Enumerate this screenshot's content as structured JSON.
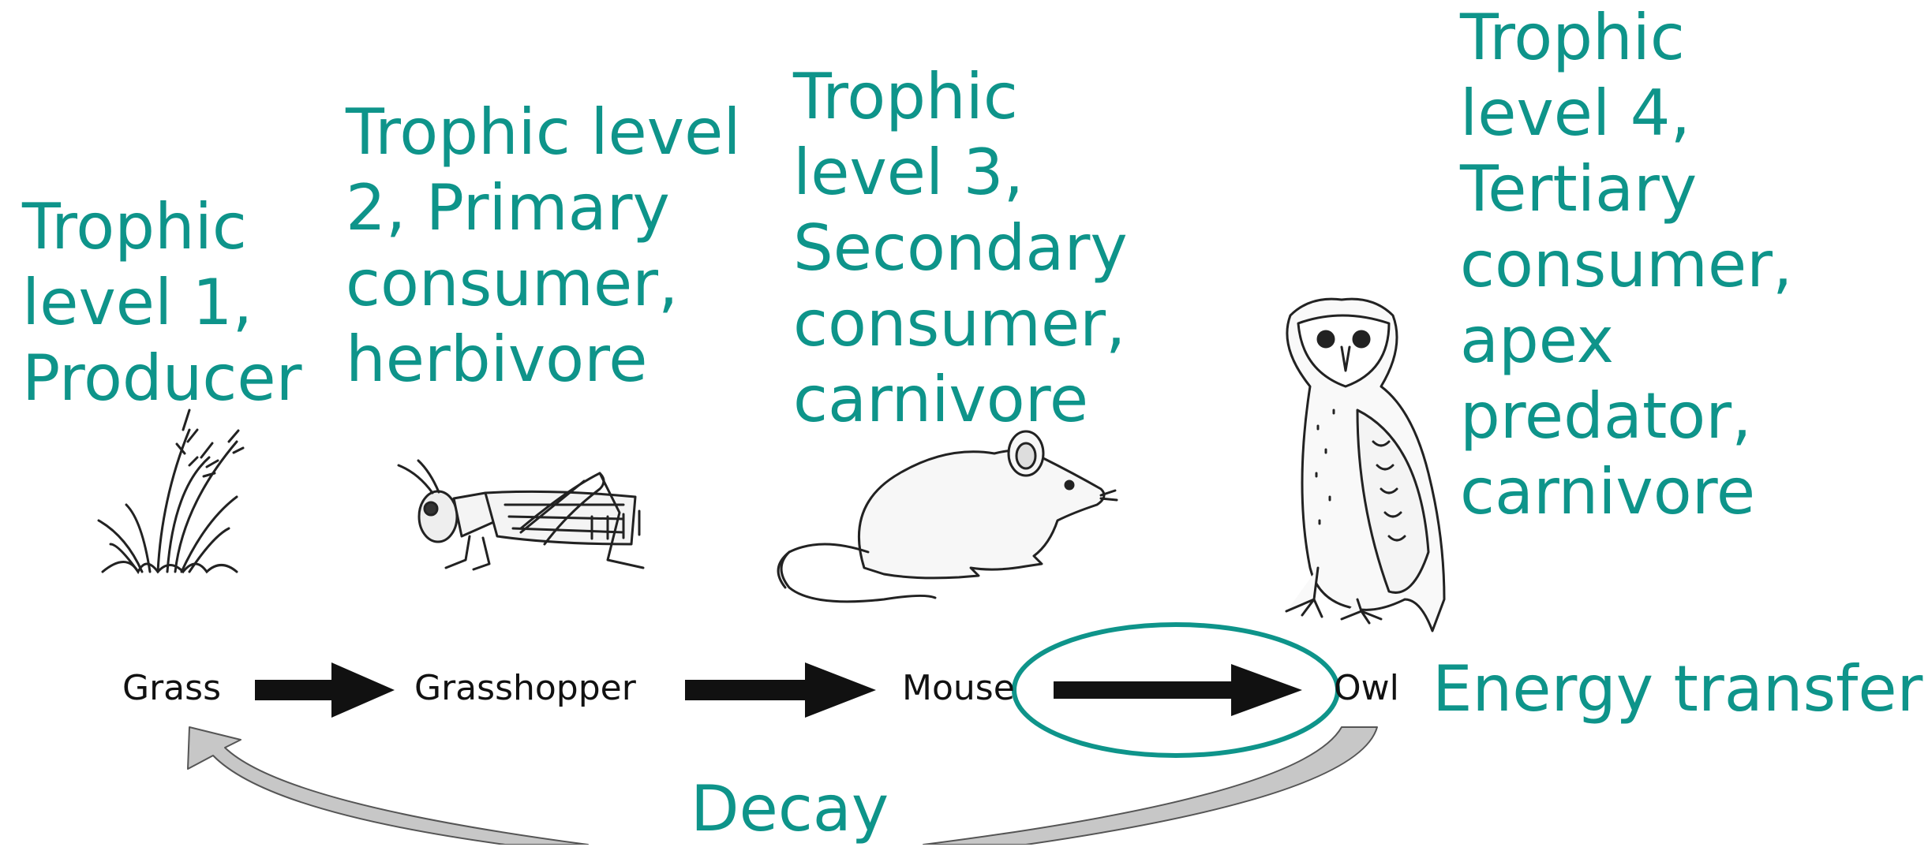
{
  "levels": [
    {
      "label": "Trophic\nlevel 1,\nProducer",
      "name": "Grass",
      "icon": "grass-icon"
    },
    {
      "label": "Trophic level\n2, Primary\nconsumer,\nherbivore",
      "name": "Grasshopper",
      "icon": "grasshopper-icon"
    },
    {
      "label": "Trophic\nlevel 3,\nSecondary\nconsumer,\ncarnivore",
      "name": "Mouse",
      "icon": "mouse-icon"
    },
    {
      "label": "Trophic\nlevel 4,\nTertiary\nconsumer,\napex\npredator,\ncarnivore",
      "name": "Owl",
      "icon": "owl-icon"
    }
  ],
  "energy_transfer_label": "Energy transfer",
  "decay_label": "Decay",
  "colors": {
    "accent": "#0e948a",
    "arrow": "#111111",
    "decay_arrow": "#bdbdbd"
  }
}
